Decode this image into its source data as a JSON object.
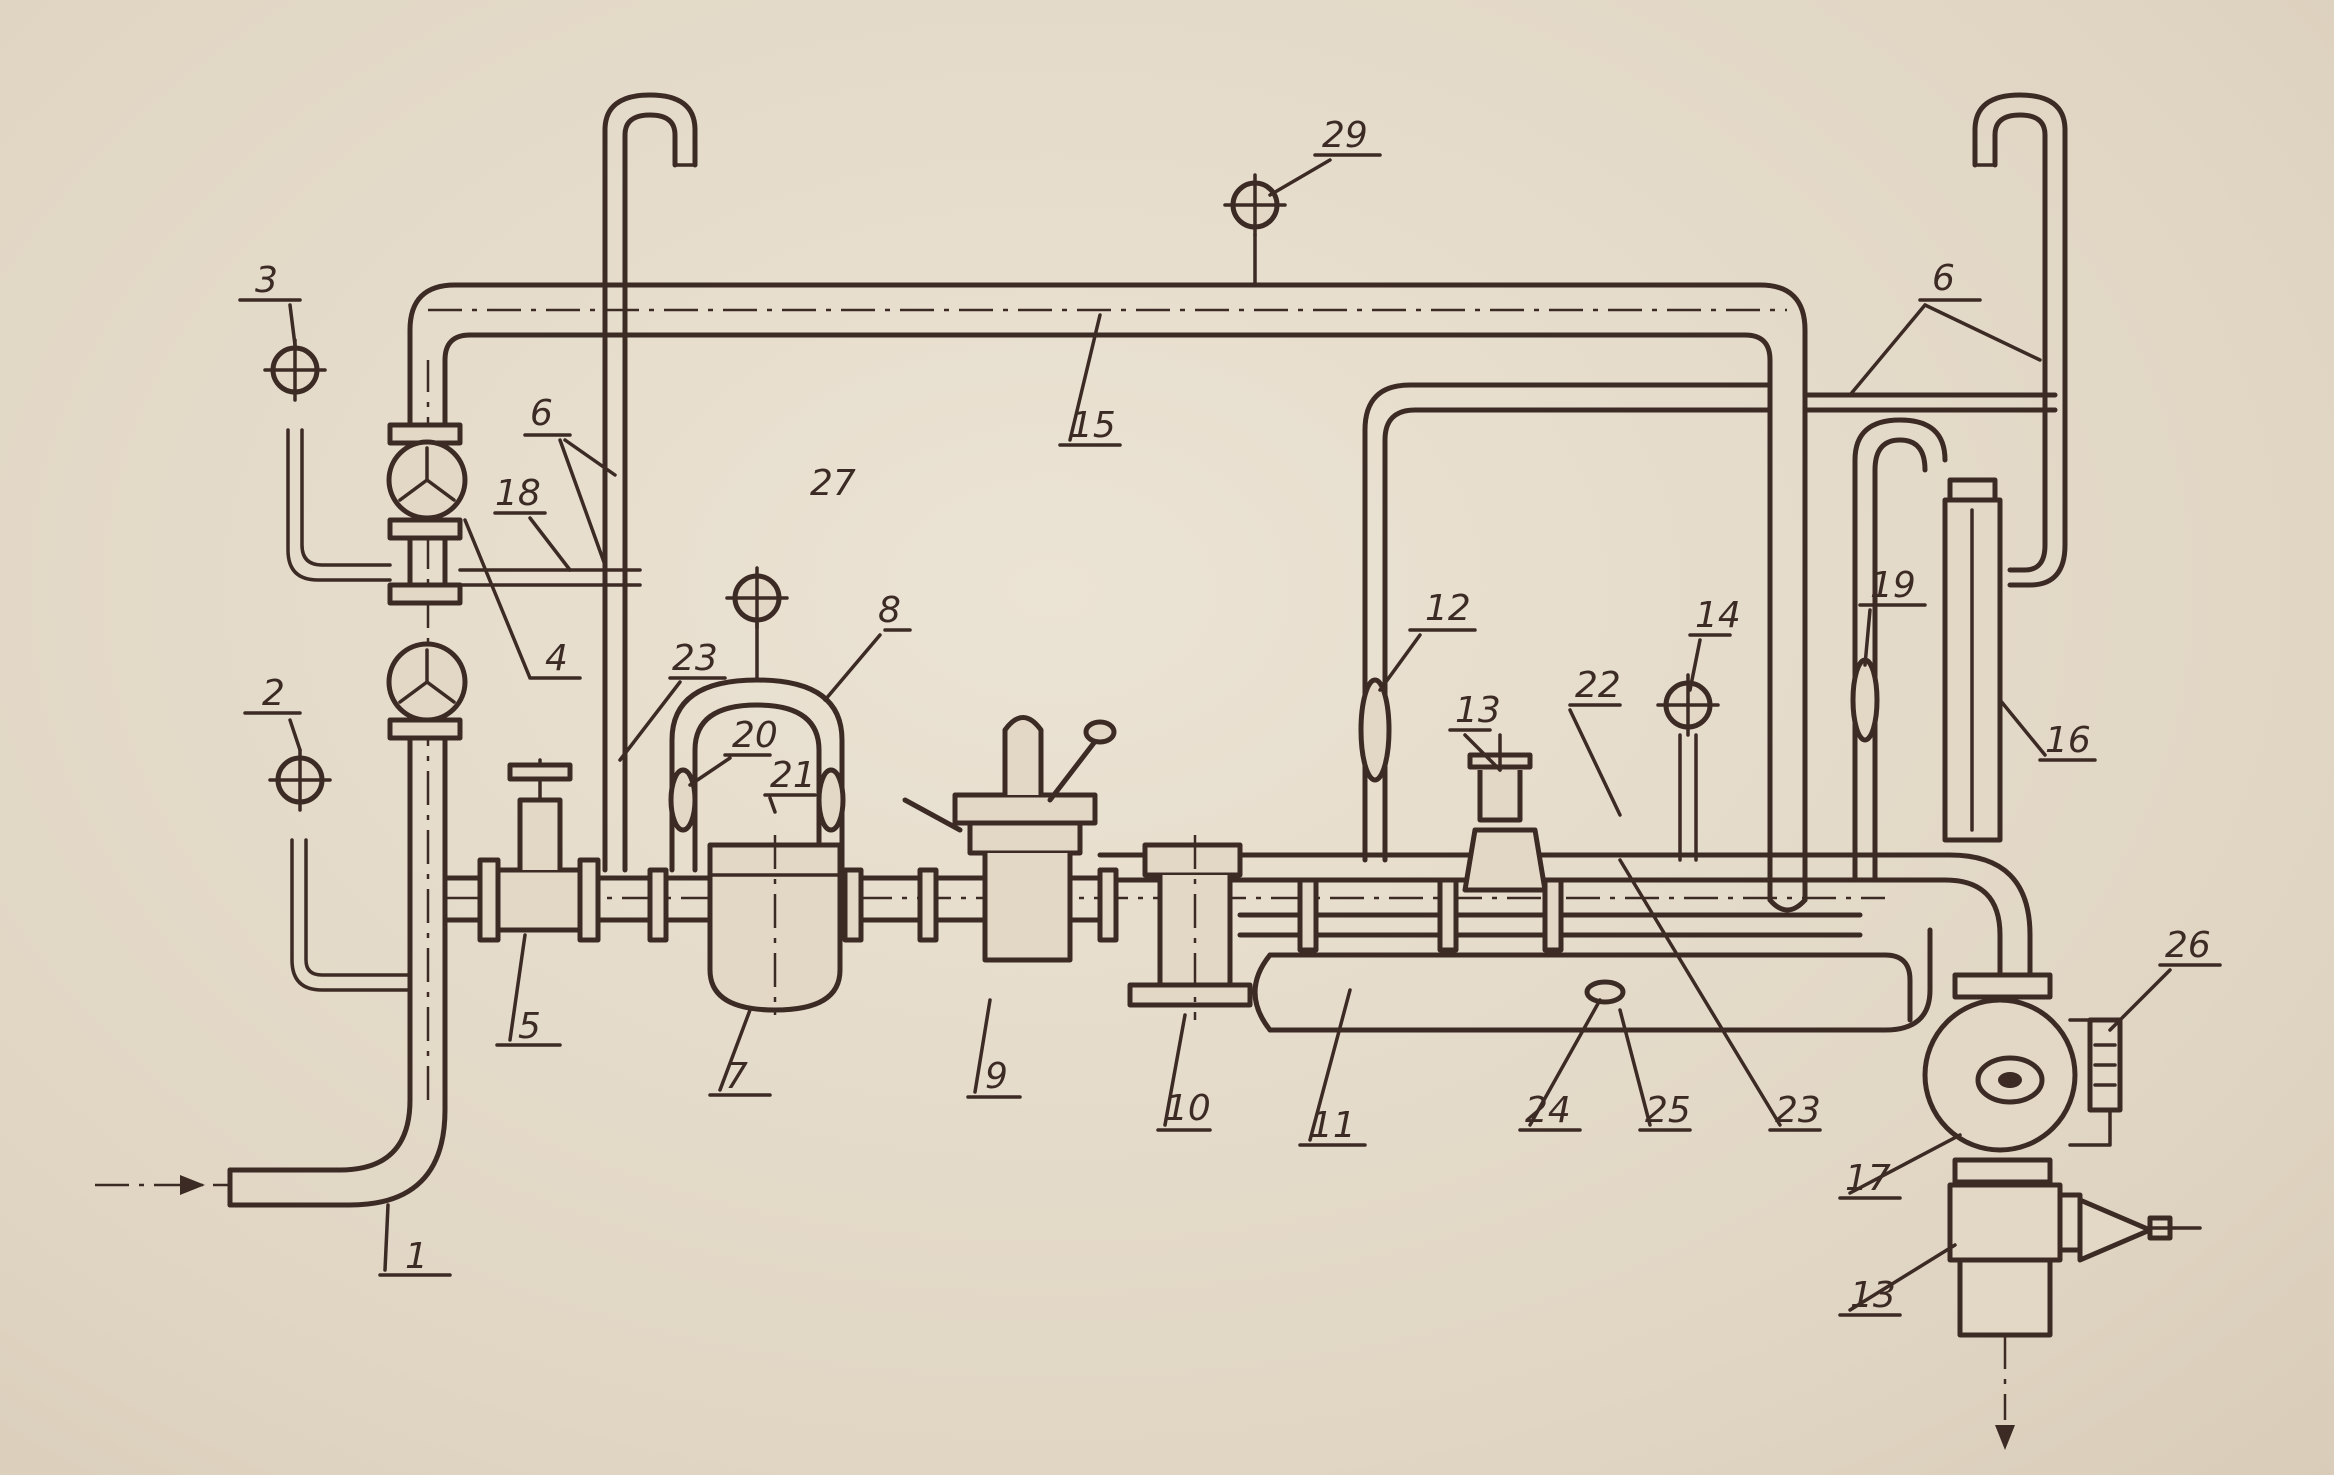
{
  "diagram": {
    "labels": {
      "l1": "1",
      "l2": "2",
      "l3": "3",
      "l4": "4",
      "l5": "5",
      "l6a": "6",
      "l6b": "6",
      "l7": "7",
      "l8": "8",
      "l9": "9",
      "l10": "10",
      "l11": "11",
      "l12": "12",
      "l13a": "13",
      "l13b": "13",
      "l14": "14",
      "l15": "15",
      "l16": "16",
      "l17": "17",
      "l18": "18",
      "l19": "19",
      "l20": "20",
      "l21": "21",
      "l22": "22",
      "l23a": "23",
      "l23b": "23",
      "l24": "24",
      "l25": "25",
      "l26": "26",
      "l27": "27",
      "l29": "29"
    }
  }
}
